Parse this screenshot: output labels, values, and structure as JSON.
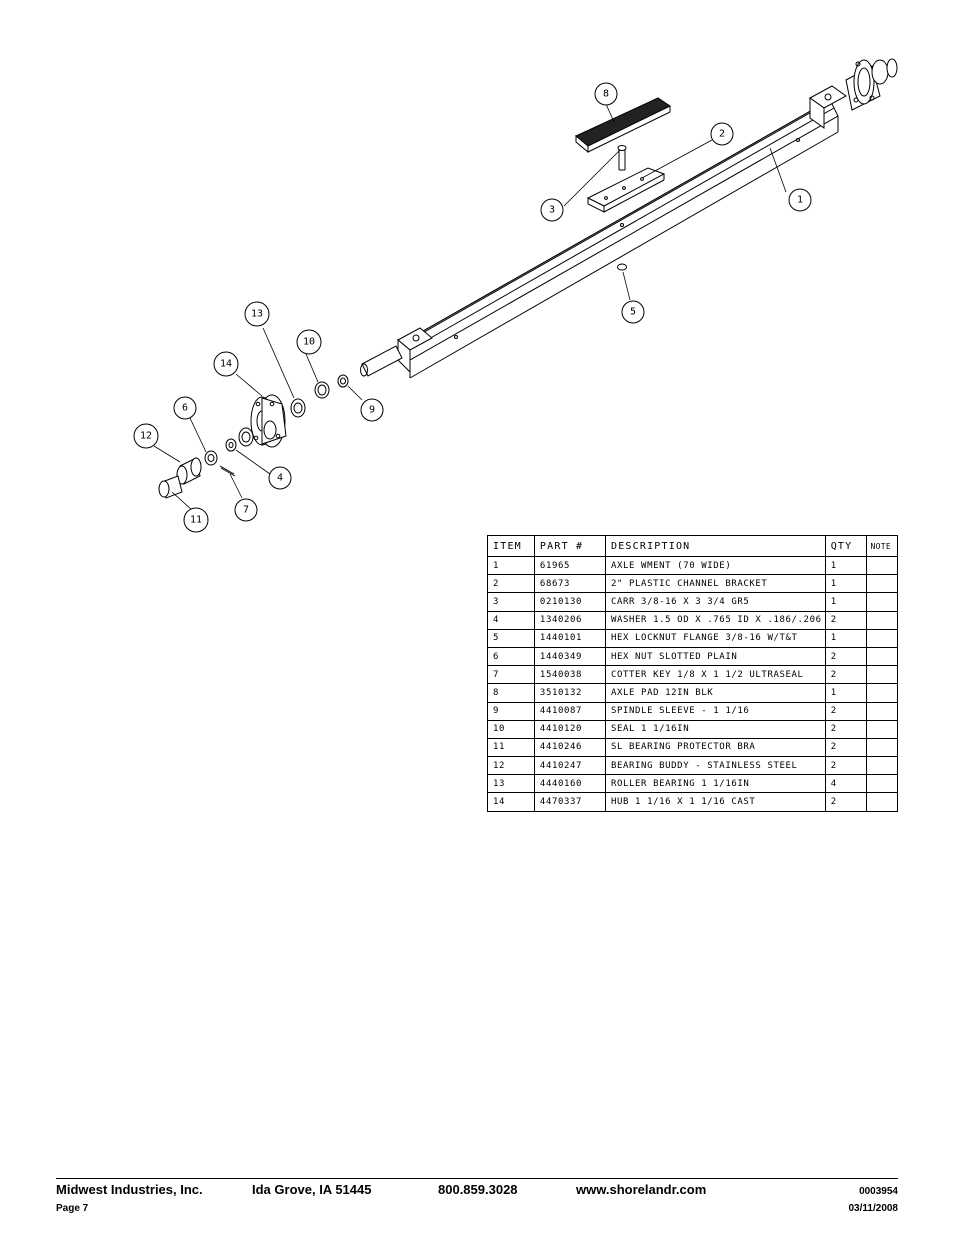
{
  "callouts": [
    "1",
    "2",
    "3",
    "4",
    "5",
    "6",
    "7",
    "8",
    "9",
    "10",
    "11",
    "12",
    "13",
    "14"
  ],
  "table": {
    "headers": {
      "item": "ITEM",
      "part": "PART #",
      "description": "DESCRIPTION",
      "qty": "QTY",
      "note": "NOTE"
    },
    "rows": [
      {
        "item": "1",
        "part": "61965",
        "description": "AXLE WMENT (70 WIDE)",
        "qty": "1",
        "note": ""
      },
      {
        "item": "2",
        "part": "68673",
        "description": "2\" PLASTIC CHANNEL BRACKET",
        "qty": "1",
        "note": ""
      },
      {
        "item": "3",
        "part": "0210130",
        "description": "CARR 3/8-16 X 3 3/4 GR5",
        "qty": "1",
        "note": ""
      },
      {
        "item": "4",
        "part": "1340206",
        "description": "WASHER 1.5 OD X .765 ID X .186/.206",
        "qty": "2",
        "note": ""
      },
      {
        "item": "5",
        "part": "1440101",
        "description": "HEX LOCKNUT FLANGE 3/8-16 W/T&T",
        "qty": "1",
        "note": ""
      },
      {
        "item": "6",
        "part": "1440349",
        "description": "HEX NUT SLOTTED PLAIN",
        "qty": "2",
        "note": ""
      },
      {
        "item": "7",
        "part": "1540038",
        "description": "COTTER KEY 1/8 X 1 1/2 ULTRASEAL",
        "qty": "2",
        "note": ""
      },
      {
        "item": "8",
        "part": "3510132",
        "description": "AXLE PAD 12IN BLK",
        "qty": "1",
        "note": ""
      },
      {
        "item": "9",
        "part": "4410087",
        "description": "SPINDLE SLEEVE - 1 1/16",
        "qty": "2",
        "note": ""
      },
      {
        "item": "10",
        "part": "4410120",
        "description": "SEAL 1 1/16IN",
        "qty": "2",
        "note": ""
      },
      {
        "item": "11",
        "part": "4410246",
        "description": "SL BEARING PROTECTOR BRA",
        "qty": "2",
        "note": ""
      },
      {
        "item": "12",
        "part": "4410247",
        "description": "BEARING BUDDY - STAINLESS STEEL",
        "qty": "2",
        "note": ""
      },
      {
        "item": "13",
        "part": "4440160",
        "description": "ROLLER BEARING 1 1/16IN",
        "qty": "4",
        "note": ""
      },
      {
        "item": "14",
        "part": "4470337",
        "description": "HUB 1 1/16 X 1 1/16 CAST",
        "qty": "2",
        "note": ""
      }
    ]
  },
  "footer": {
    "company": "Midwest Industries, Inc.",
    "location": "Ida Grove, IA  51445",
    "phone": "800.859.3028",
    "website": "www.shorelandr.com",
    "doc_number": "0003954",
    "page": "Page 7",
    "date": "03/11/2008"
  }
}
